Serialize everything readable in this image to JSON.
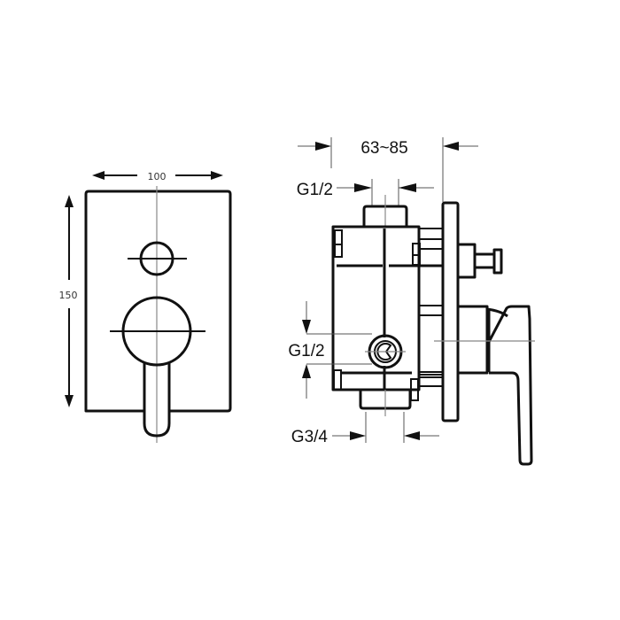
{
  "front_view": {
    "width_label": "100",
    "height_label": "150"
  },
  "side_view": {
    "depth_label": "63~85",
    "top_outlet_label": "G1/2",
    "side_outlet_label": "G1/2",
    "bottom_inlet_label": "G3/4"
  },
  "colors": {
    "line": "#111111",
    "centerline": "#888888",
    "background": "#ffffff"
  }
}
